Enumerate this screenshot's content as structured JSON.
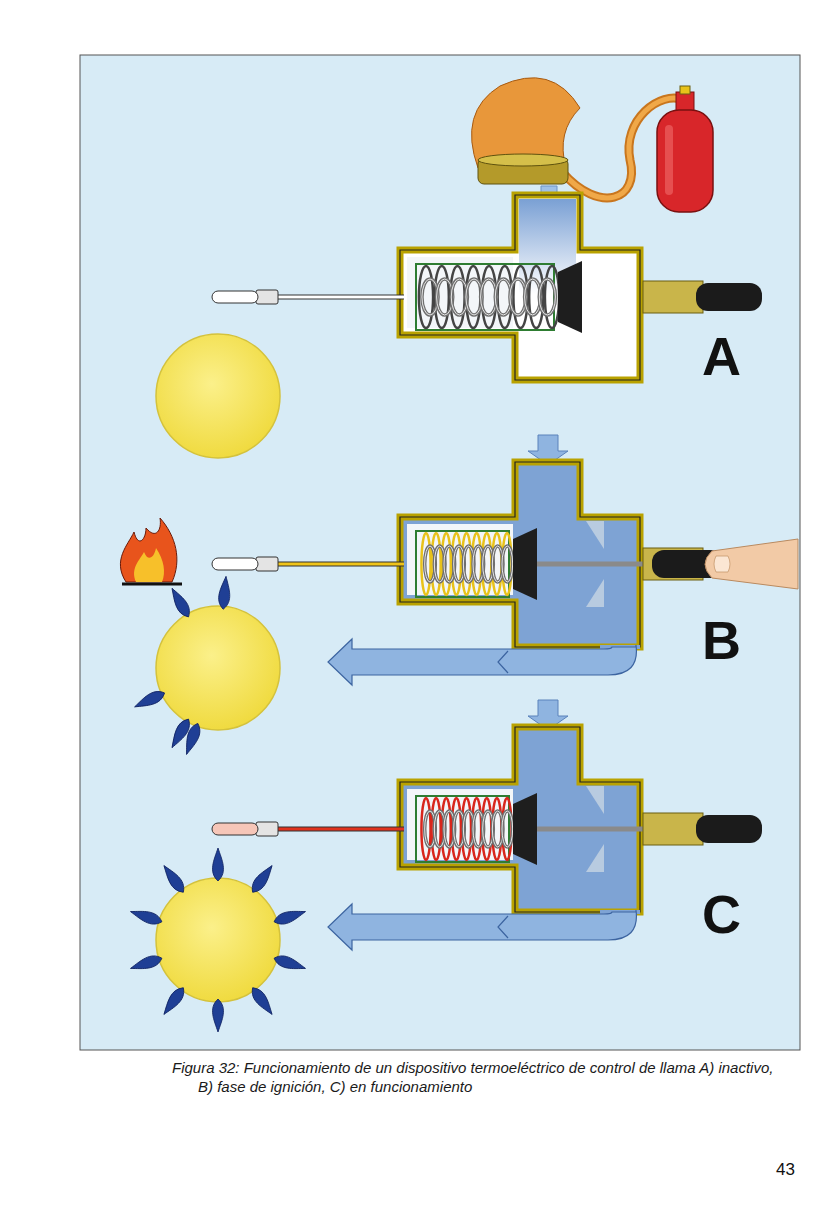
{
  "diagram": {
    "caption": "Figura 32: Funcionamiento de un dispositivo termoeléctrico de control de llama A) inactivo, B) fase de ignición, C) en funcionamiento",
    "labels": [
      "A",
      "B",
      "C",
      "43"
    ]
  }
}
